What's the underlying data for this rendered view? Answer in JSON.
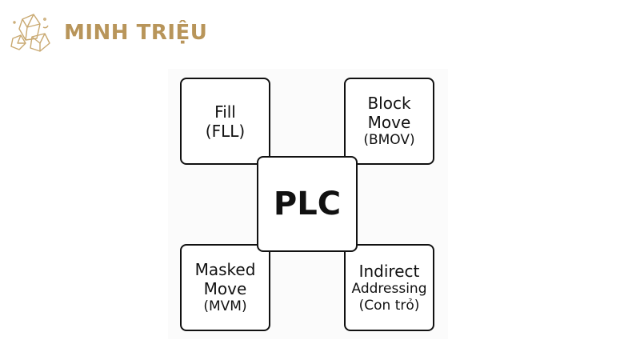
{
  "brand": {
    "name": "MINH TRIỆU",
    "icon": "crystal-icon",
    "color": "#b8955a"
  },
  "diagram": {
    "center": {
      "label": "PLC"
    },
    "nodes": [
      {
        "id": "fill",
        "lines": [
          "Fill",
          "(FLL)"
        ]
      },
      {
        "id": "block-move",
        "lines": [
          "Block",
          "Move",
          "(BMOV)"
        ]
      },
      {
        "id": "masked-move",
        "lines": [
          "Masked",
          "Move",
          "(MVM)"
        ]
      },
      {
        "id": "indirect-addressing",
        "lines": [
          "Indirect",
          "Addressing",
          "(Con trỏ)"
        ]
      }
    ]
  }
}
